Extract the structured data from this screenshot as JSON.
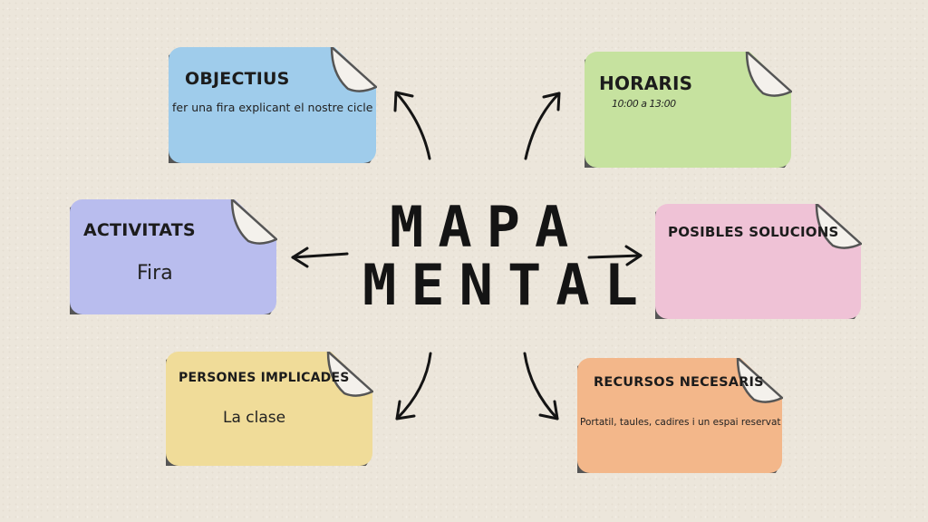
{
  "center": {
    "line1": "MAPA",
    "line2": "MENTAL"
  },
  "nodes": {
    "objectius": {
      "title": "OBJECTIUS",
      "text": "fer una fira explicant el nostre cicle",
      "color": "#9fcceb"
    },
    "horaris": {
      "title": "HORARIS",
      "text": "10:00 a 13:00",
      "color": "#c6e29f"
    },
    "activitats": {
      "title": "ACTIVITATS",
      "text": "Fira",
      "color": "#b9bdee"
    },
    "posibles": {
      "title": "POSIBLES SOLUCIONS",
      "text": "",
      "color": "#efc2d6"
    },
    "persones": {
      "title": "PERSONES IMPLICADES",
      "text": "La clase",
      "color": "#f0dc99"
    },
    "recursos": {
      "title": "RECURSOS NECESARIS",
      "text": "Portatil, taules, cadires i un espai reservat",
      "color": "#f3b78a"
    }
  },
  "colors": {
    "background": "#ece6db",
    "ink": "#1c1c1c",
    "shadow": "#555555"
  }
}
